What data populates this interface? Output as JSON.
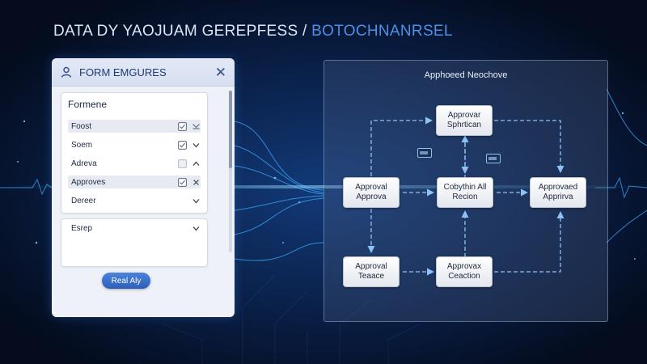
{
  "header": {
    "title_main": "DATA DY YAOJUAM GEREPFESS /",
    "title_accent": " BOTOCHNANRSEL"
  },
  "panel": {
    "title": "FORM EMGURES",
    "close_glyph": "✕",
    "card1": {
      "title": "Formene",
      "rows": [
        {
          "label": "Foost"
        },
        {
          "label": "Soem"
        },
        {
          "label": "Adreva"
        },
        {
          "label": "Approves"
        },
        {
          "label": "Dereer"
        }
      ]
    },
    "card2": {
      "row_label": "Esrep"
    },
    "button_label": "Real Aly"
  },
  "diagram": {
    "title": "Apphoeed Neochove",
    "nodes": [
      {
        "line1": "Approvar",
        "line2": "Sphrtican"
      },
      {
        "line1": "Approval",
        "line2": "Approva"
      },
      {
        "line1": "Cobythin All",
        "line2": "Recion"
      },
      {
        "line1": "Approvaed",
        "line2": "Apprirva"
      },
      {
        "line1": "Approval",
        "line2": "Teaace"
      },
      {
        "line1": "Approvax",
        "line2": "Ceaction"
      }
    ]
  },
  "icons": {
    "user": "user-icon",
    "close": "close-icon",
    "checkbox": "checkbox-icon",
    "chevron_down": "chevron-down-icon",
    "chevron_up": "chevron-up-icon",
    "device": "device-icon"
  },
  "colors": {
    "background": "#06122b",
    "accent": "#4f8fe6",
    "glow": "#3fa9ff",
    "button": "#2e5fb8"
  }
}
